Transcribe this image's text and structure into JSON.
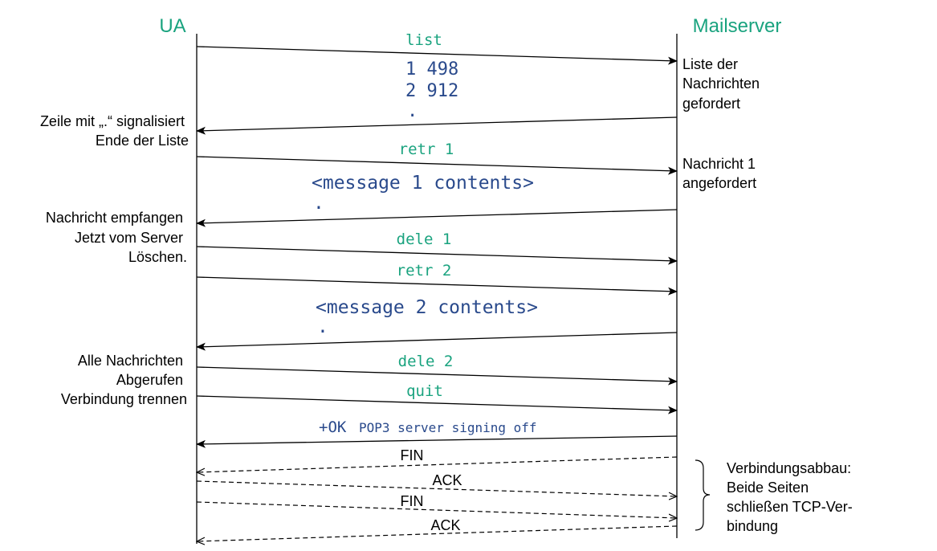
{
  "colors": {
    "entity": "#1aa37f",
    "command": "#1aa37f",
    "response": "#2a4a8c",
    "note": "#000000",
    "line": "#000000"
  },
  "entities": {
    "client": "UA",
    "server": "Mailserver"
  },
  "messages": [
    {
      "id": "list",
      "text": "list",
      "dir": "c2s",
      "style": "command",
      "dashed": false
    },
    {
      "id": "list-response",
      "lines": [
        "1 498",
        "2 912",
        "."
      ],
      "dir": "s2c",
      "style": "response",
      "dashed": false
    },
    {
      "id": "retr-1",
      "text": "retr 1",
      "dir": "c2s",
      "style": "command",
      "dashed": false
    },
    {
      "id": "message-1",
      "lines": [
        "<message 1 contents>",
        "."
      ],
      "dir": "s2c",
      "style": "response",
      "dashed": false
    },
    {
      "id": "dele-1",
      "text": "dele 1",
      "dir": "c2s",
      "style": "command",
      "dashed": false
    },
    {
      "id": "retr-2",
      "text": "retr 2",
      "dir": "c2s",
      "style": "command",
      "dashed": false
    },
    {
      "id": "message-2",
      "lines": [
        "<message 2 contents>",
        "."
      ],
      "dir": "s2c",
      "style": "response",
      "dashed": false
    },
    {
      "id": "dele-2",
      "text": "dele 2",
      "dir": "c2s",
      "style": "command",
      "dashed": false
    },
    {
      "id": "quit",
      "text": "quit",
      "dir": "c2s",
      "style": "command",
      "dashed": false
    },
    {
      "id": "ok-signoff",
      "text_main": "+OK",
      "text_small": "POP3 server signing off",
      "dir": "s2c",
      "style": "response",
      "dashed": false
    },
    {
      "id": "fin-1",
      "text": "FIN",
      "dir": "s2c",
      "style": "note",
      "dashed": true
    },
    {
      "id": "ack-1",
      "text": "ACK",
      "dir": "c2s",
      "style": "note",
      "dashed": true
    },
    {
      "id": "fin-2",
      "text": "FIN",
      "dir": "c2s",
      "style": "note",
      "dashed": true
    },
    {
      "id": "ack-2",
      "text": "ACK",
      "dir": "s2c",
      "style": "note",
      "dashed": true
    }
  ],
  "notes": {
    "server_list": [
      "Liste der",
      "Nachrichten",
      "gefordert"
    ],
    "server_retr": [
      "Nachricht 1",
      "angefordert"
    ],
    "client_list_end": [
      "Zeile mit „.“ signalisiert",
      "Ende der Liste"
    ],
    "client_received": [
      "Nachricht empfangen",
      "Jetzt vom Server",
      "Löschen."
    ],
    "client_all": [
      "Alle Nachrichten",
      "Abgerufen",
      "Verbindung trennen"
    ],
    "teardown": [
      "Verbindungsabbau:",
      "Beide Seiten",
      "schließen TCP-Ver-",
      "bindung"
    ]
  }
}
